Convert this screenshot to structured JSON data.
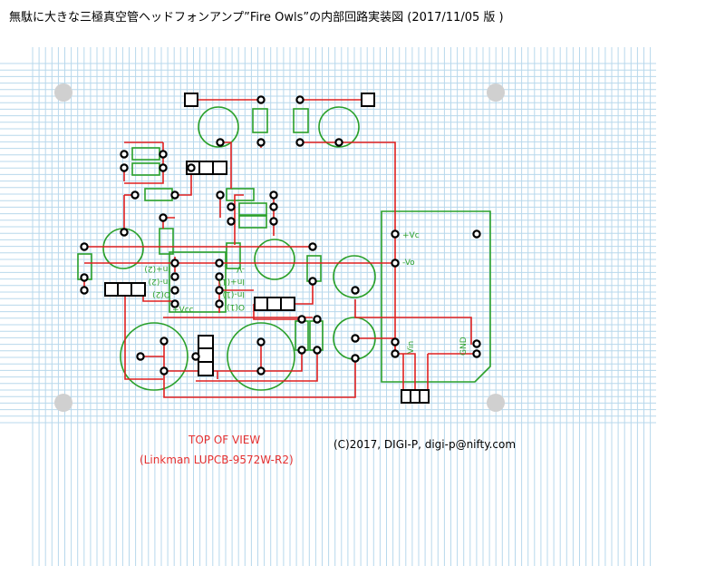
{
  "title": "無駄に大きな三極真空管ヘッドフォンアンプ”Fire Owls”の内部回路実装図 (2017/11/05 版 )",
  "captions": {
    "view": "TOP OF VIEW",
    "board": "(Linkman LUPCB-9572W-R2)",
    "copyright": "(C)2017, DIGI-P, digi-p@nifty.com"
  },
  "labels": {
    "vc": "+Vc",
    "vo": "-Vo",
    "vin": "Vin",
    "gnd": "GND",
    "in2": "In+(2)",
    "in2n": "In-(2)",
    "o2": "O(2)",
    "vcc": "+Vcc",
    "vn": "-V",
    "in1": "In+(1)",
    "in1n": "In-(1)",
    "o1": "O(1)"
  },
  "colors": {
    "grid": "#b8d8ec",
    "wire": "#e02020",
    "part": "#2aa02a",
    "pad": "#000000",
    "hole": "#d0d0d0",
    "caption": "#e53030"
  }
}
